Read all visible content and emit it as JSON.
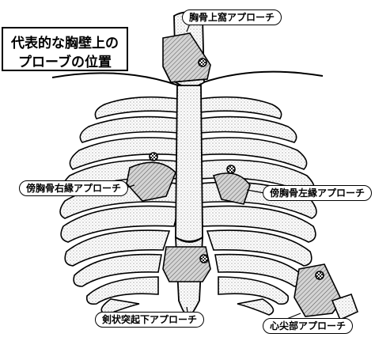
{
  "title": {
    "line1": "代表的な胸壁上の",
    "line2": "プローブの位置"
  },
  "labels": {
    "suprasternal": "胸骨上窩アプローチ",
    "right_parasternal": "傍胸骨右縁アプローチ",
    "left_parasternal": "傍胸骨左縁アプローチ",
    "subxiphoid": "剣状突起下アプローチ",
    "apical": "心尖部アプローチ"
  },
  "colors": {
    "line": "#000000",
    "bone_fill": "#ffffff",
    "stipple": "#8a8a8a",
    "probe_fill": "#c8c8c8"
  }
}
